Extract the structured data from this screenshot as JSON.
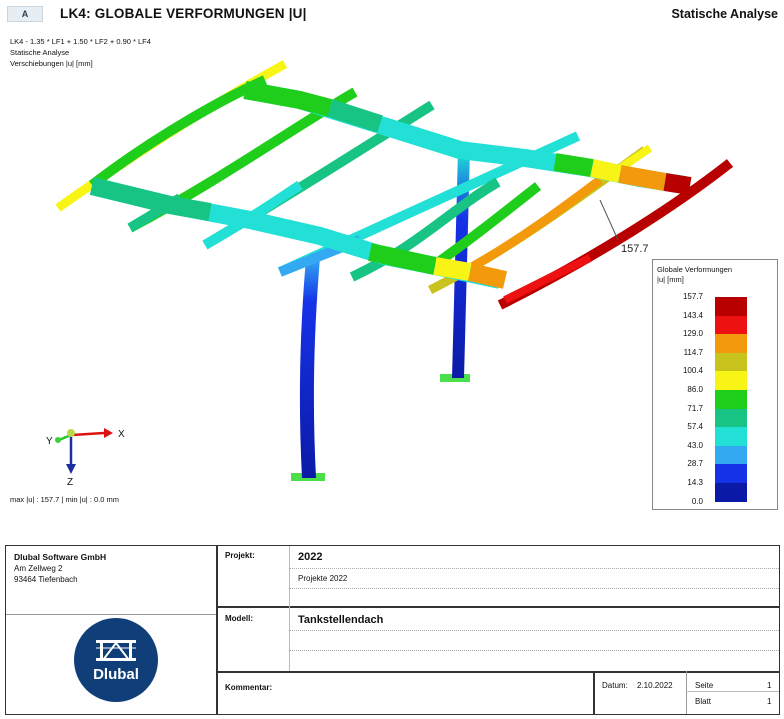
{
  "header": {
    "badge": "A",
    "title": "LK4: GLOBALE VERFORMUNGEN |U|",
    "right": "Statische Analyse"
  },
  "info": {
    "combo": "LK4 - 1.35 * LF1 + 1.50 * LF2 + 0.90 * LF4",
    "analysis": "Statische Analyse",
    "quantity": "Verschiebungen |u| [mm]"
  },
  "annotation": {
    "max_value": "157.7"
  },
  "legend": {
    "title": "Globale Verformungen",
    "unit": "|u| [mm]",
    "rows": [
      {
        "label": "157.7",
        "color": "#b80000"
      },
      {
        "label": "143.4",
        "color": "#ee1111"
      },
      {
        "label": "129.0",
        "color": "#f29a0c"
      },
      {
        "label": "114.7",
        "color": "#c9c31d"
      },
      {
        "label": "100.4",
        "color": "#f8f516"
      },
      {
        "label": "86.0",
        "color": "#1fce1a"
      },
      {
        "label": "71.7",
        "color": "#18c483"
      },
      {
        "label": "57.4",
        "color": "#22e0d6"
      },
      {
        "label": "43.0",
        "color": "#33a9f2"
      },
      {
        "label": "28.7",
        "color": "#1632e8"
      },
      {
        "label": "14.3",
        "color": "#0b1aa6"
      }
    ],
    "min_label": "0.0"
  },
  "maxmin": "max |u| : 157.7 | min |u| : 0.0 mm",
  "axes": {
    "x": "X",
    "y": "Y",
    "z": "Z"
  },
  "titleblock": {
    "company": "Dlubal Software GmbH",
    "street": "Am Zellweg 2",
    "city": "93464 Tiefenbach",
    "logo_text": "Dlubal",
    "projekt_label": "Projekt:",
    "projekt_value": "2022",
    "projekt_desc": "Projekte 2022",
    "modell_label": "Modell:",
    "modell_value": "Tankstellendach",
    "kommentar_label": "Kommentar:",
    "datum_label": "Datum:",
    "datum_value": "2.10.2022",
    "seite_label": "Seite",
    "seite_value": "1",
    "blatt_label": "Blatt",
    "blatt_value": "1"
  }
}
